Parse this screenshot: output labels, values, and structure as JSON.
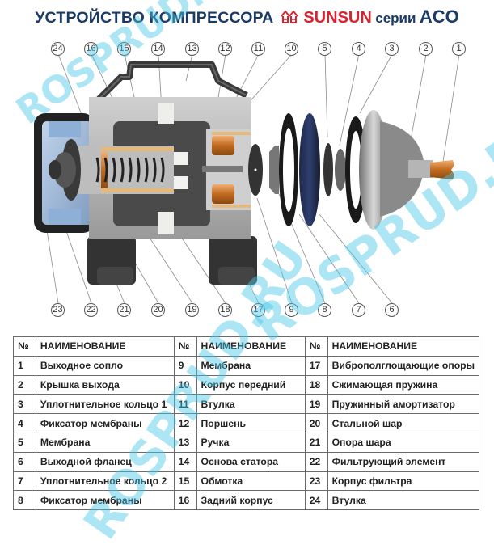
{
  "header": {
    "title": "УСТРОЙСТВО  КОМПРЕССОРА",
    "brand": "SUNSUN",
    "series_label": "серии",
    "model": "ACO",
    "logo_icon": "sunsun-logo-icon"
  },
  "diagram": {
    "top_callouts": [
      "24",
      "16",
      "15",
      "14",
      "13",
      "12",
      "11",
      "10",
      "5",
      "4",
      "3",
      "2",
      "1"
    ],
    "bottom_callouts": [
      "23",
      "22",
      "21",
      "20",
      "19",
      "18",
      "17",
      "9",
      "8",
      "7",
      "6"
    ]
  },
  "table": {
    "headers": {
      "no": "№",
      "name": "НАИМЕНОВАНИЕ"
    },
    "rows": [
      [
        {
          "no": "1",
          "name": "Выходное сопло"
        },
        {
          "no": "9",
          "name": "Мембрана"
        },
        {
          "no": "17",
          "name": "Виброполглощающие опоры"
        }
      ],
      [
        {
          "no": "2",
          "name": "Крышка выхода"
        },
        {
          "no": "10",
          "name": "Корпус передний"
        },
        {
          "no": "18",
          "name": "Сжимающая пружина"
        }
      ],
      [
        {
          "no": "3",
          "name": "Уплотнительное кольцо 1"
        },
        {
          "no": "11",
          "name": "Втулка"
        },
        {
          "no": "19",
          "name": "Пружинный амортизатор"
        }
      ],
      [
        {
          "no": "4",
          "name": "Фиксатор мембраны"
        },
        {
          "no": "12",
          "name": "Поршень"
        },
        {
          "no": "20",
          "name": "Стальной шар"
        }
      ],
      [
        {
          "no": "5",
          "name": "Мембрана"
        },
        {
          "no": "13",
          "name": "Ручка"
        },
        {
          "no": "21",
          "name": "Опора шара"
        }
      ],
      [
        {
          "no": "6",
          "name": "Выходной фланец"
        },
        {
          "no": "14",
          "name": "Основа статора"
        },
        {
          "no": "22",
          "name": "Фильтрующий элемент"
        }
      ],
      [
        {
          "no": "7",
          "name": "Уплотнительное кольцо 2"
        },
        {
          "no": "15",
          "name": "Обмотка"
        },
        {
          "no": "23",
          "name": "Корпус фильтра"
        }
      ],
      [
        {
          "no": "8",
          "name": "Фиксатор мембраны"
        },
        {
          "no": "16",
          "name": "Задний корпус"
        },
        {
          "no": "24",
          "name": "Втулка"
        }
      ]
    ]
  },
  "watermark": {
    "text1": "ROSPRUD.RU",
    "text2": "ROSPRUD.RU",
    "text3": "ROSPRUD.RU"
  },
  "colors": {
    "title": "#1b3a66",
    "brand": "#d9232e",
    "watermark": "#46c8e6"
  }
}
